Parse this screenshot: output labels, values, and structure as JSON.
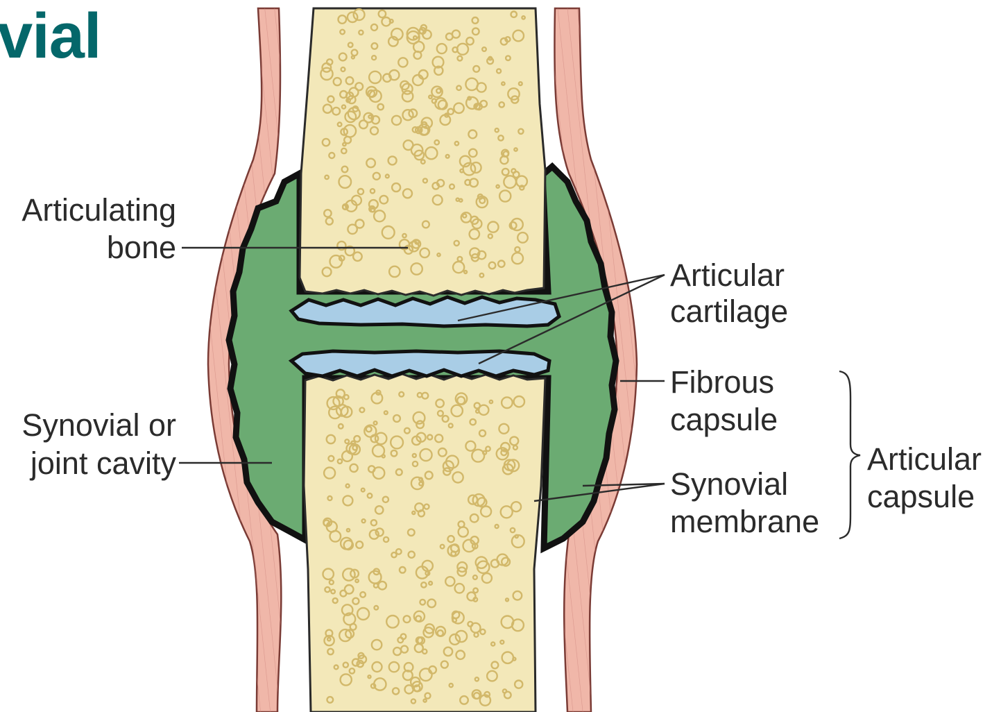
{
  "title": "vial",
  "labels": {
    "articulating_bone": [
      "Articulating",
      "bone"
    ],
    "synovial_cavity": [
      "Synovial or",
      "joint cavity"
    ],
    "articular_cartilage": [
      "Articular",
      "cartilage"
    ],
    "fibrous_capsule": [
      "Fibrous",
      "capsule"
    ],
    "synovial_membrane": [
      "Synovial",
      "membrane"
    ],
    "articular_capsule": [
      "Articular",
      "capsule"
    ]
  },
  "colors": {
    "title": "#04676a",
    "bone": "#f3e8b9",
    "bone_pores": "#d2b86a",
    "cavity": "#6bab72",
    "cartilage": "#a9cde6",
    "muscle": "#f0b7a9",
    "membrane_edge": "#111111"
  }
}
